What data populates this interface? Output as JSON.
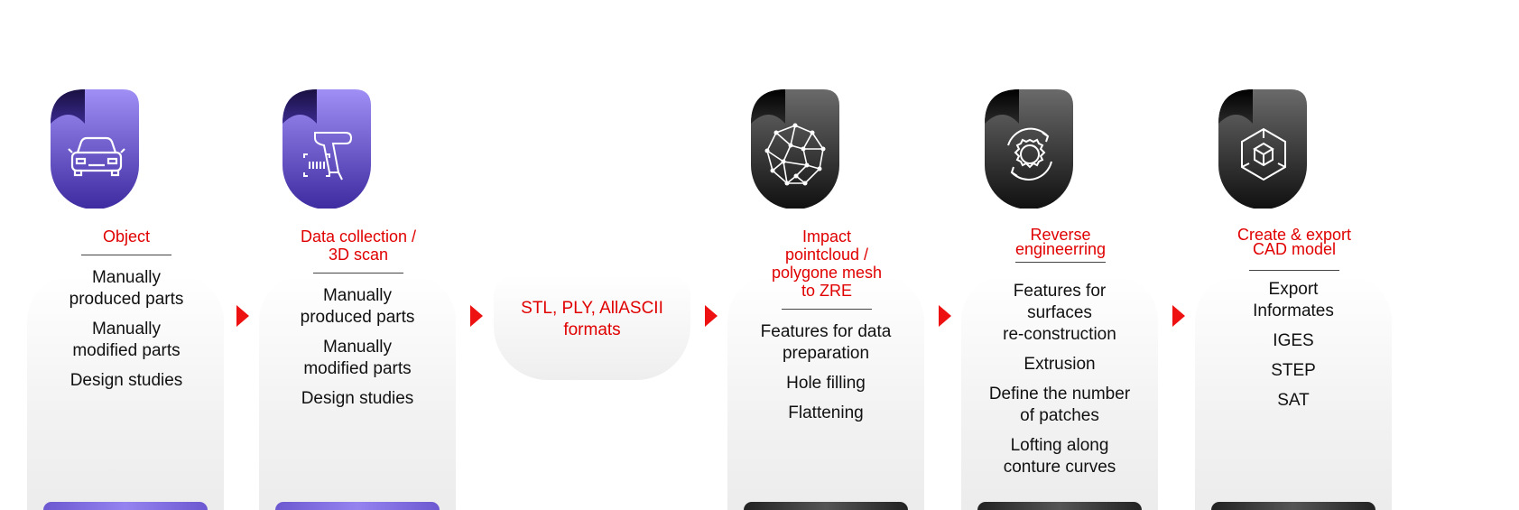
{
  "colors": {
    "accent": "#e00000",
    "purple": "#8a78e8",
    "dark": "#222222"
  },
  "format_box": {
    "line1": "STL, PLY, AllASCII",
    "line2": "formats"
  },
  "steps": [
    {
      "icon": "car-icon",
      "title_lines": [
        "Object"
      ],
      "items": [
        "Manually\nproduced parts",
        "Manually\nmodified parts",
        "Design studies"
      ]
    },
    {
      "icon": "scanner-icon",
      "title_lines": [
        "Data collection /",
        "3D scan"
      ],
      "items": [
        "Manually\nproduced parts",
        "Manually\nmodified parts",
        "Design studies"
      ]
    },
    {
      "icon": "pointcloud-icon",
      "title_lines": [
        "Impact",
        "pointcloud /",
        "polygone mesh",
        "to ZRE"
      ],
      "items": [
        "Features for data\npreparation",
        "Hole filling",
        "Flattening"
      ]
    },
    {
      "icon": "gear-cycle-icon",
      "title_lines": [
        "Reverse",
        "engineerring"
      ],
      "items": [
        "Features for\nsurfaces\nre-construction",
        "Extrusion",
        "Define the number\nof patches",
        "Lofting along\nconture curves"
      ]
    },
    {
      "icon": "cube-hexagon-icon",
      "title_lines": [
        "Create & export",
        "CAD model"
      ],
      "items": [
        "Export\nInformates",
        "IGES",
        "STEP",
        "SAT"
      ]
    }
  ]
}
